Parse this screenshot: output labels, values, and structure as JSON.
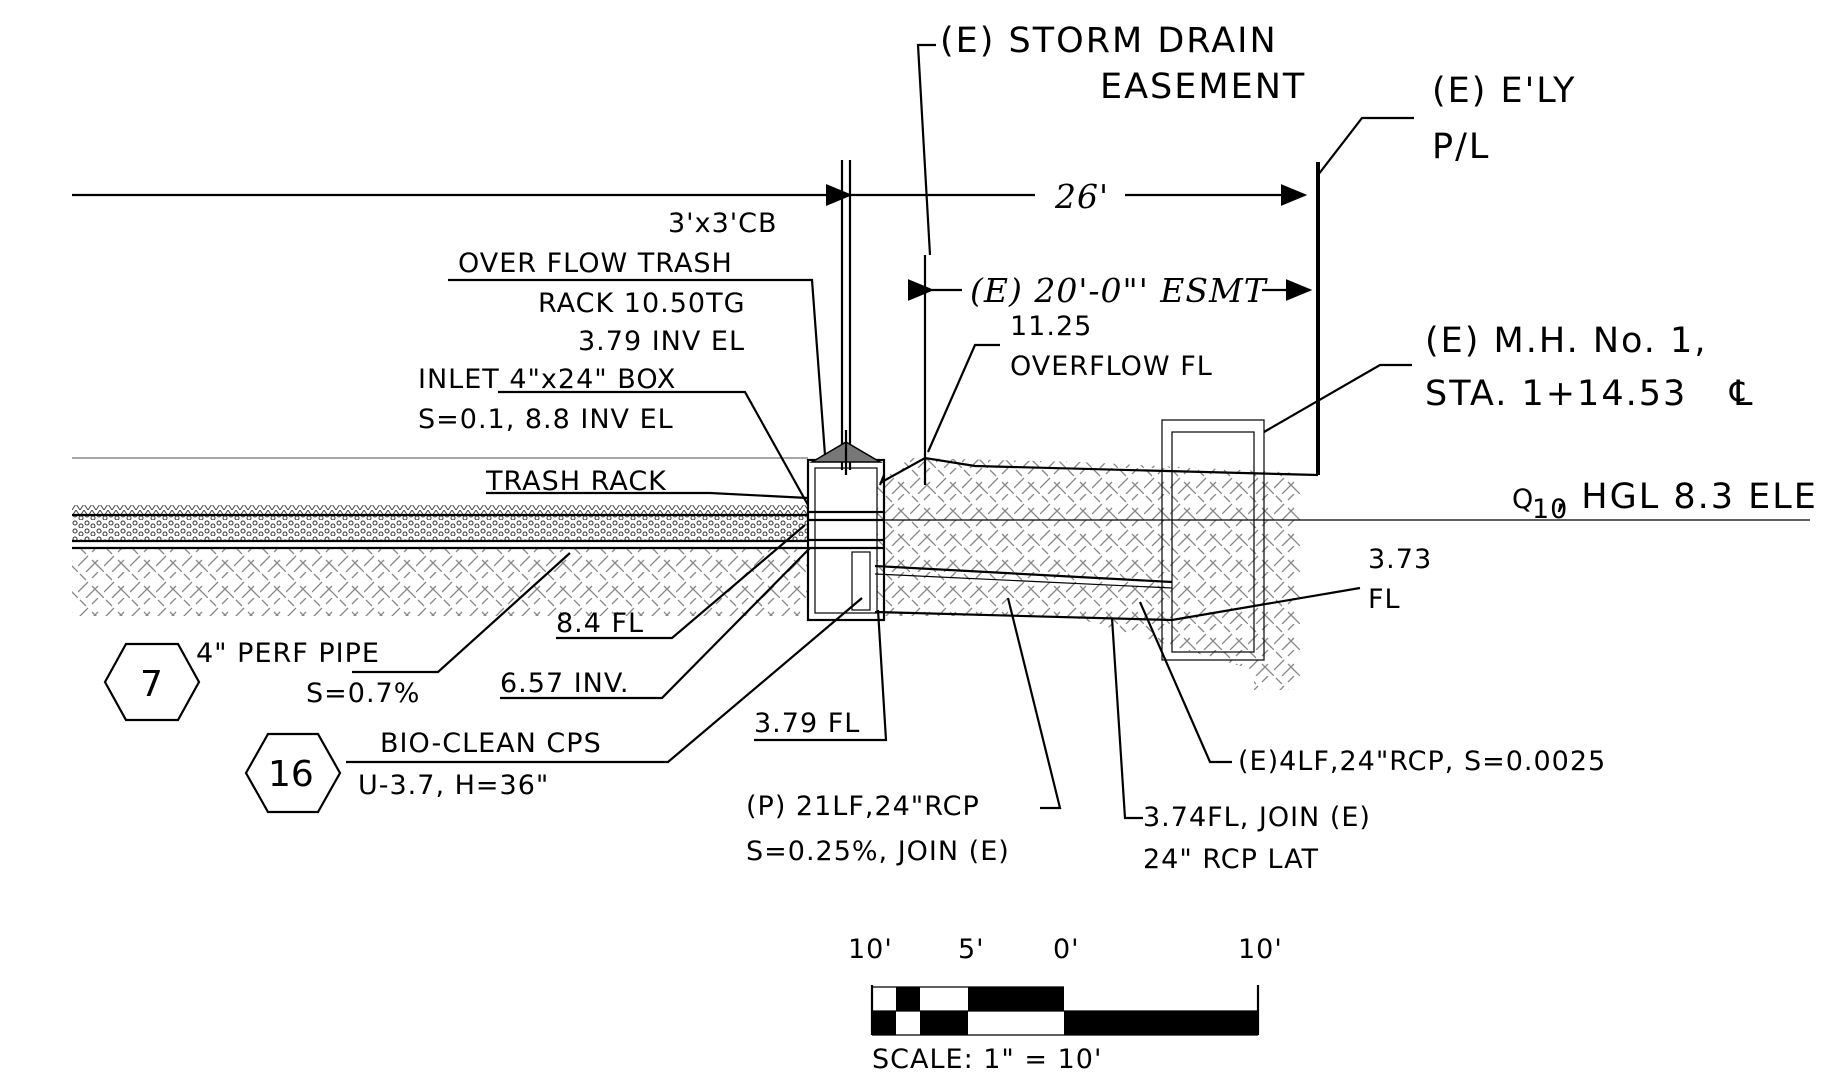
{
  "title_callouts": {
    "storm_drain_line1": "(E)  STORM  DRAIN",
    "storm_drain_line2": "EASEMENT",
    "ely_pl_line1": "(E)  E'LY",
    "ely_pl_line2": "P/L"
  },
  "dimensions": {
    "width_26": "26'",
    "esmt_20": "(E) 20'-0\"' ESMT"
  },
  "catch_basin": {
    "line1": "3'x3'CB",
    "line2": "OVER FLOW TRASH",
    "line3": "RACK 10.50TG",
    "line4": "3.79 INV EL"
  },
  "inlet": {
    "line1": "INLET  4\"x24\"  BOX",
    "line2": "S=0.1,  8.8 INV EL"
  },
  "trash_rack": "TRASH  RACK",
  "overflow": {
    "line1": "11.25",
    "line2": "OVERFLOW FL"
  },
  "manhole": {
    "line1": "(E)  M.H.  No.  1,",
    "line2": "STA.  1+14.53",
    "centerline_symbol": "℄"
  },
  "hgl": {
    "q_main": "Q",
    "q_sub": "10",
    "text": ",  HGL  8.3  ELE"
  },
  "fl_373": {
    "line1": "3.73",
    "line2": "FL"
  },
  "fl_84": "8.4  FL",
  "inv_657": "6.57  INV.",
  "fl_379": "3.79  FL",
  "keynote_7": {
    "number": "7",
    "line1": "4\"  PERF  PIPE",
    "line2": "S=0.7%"
  },
  "keynote_16": {
    "number": "16",
    "line1": "BIO-CLEAN  CPS",
    "line2": "U-3.7,  H=36\""
  },
  "proposed_rcp": {
    "line1": "(P)  21LF,24\"RCP",
    "line2": "S=0.25%,  JOIN  (E)"
  },
  "existing_rcp": "(E)4LF,24\"RCP,  S=0.0025",
  "join_lat": {
    "line1": "3.74FL,  JOIN  (E)",
    "line2": "24\"  RCP  LAT"
  },
  "scale_bar": {
    "tick_10_left": "10'",
    "tick_5": "5'",
    "tick_0": "0'",
    "tick_10_right": "10'",
    "caption": "SCALE:  1\"  =  10'"
  }
}
